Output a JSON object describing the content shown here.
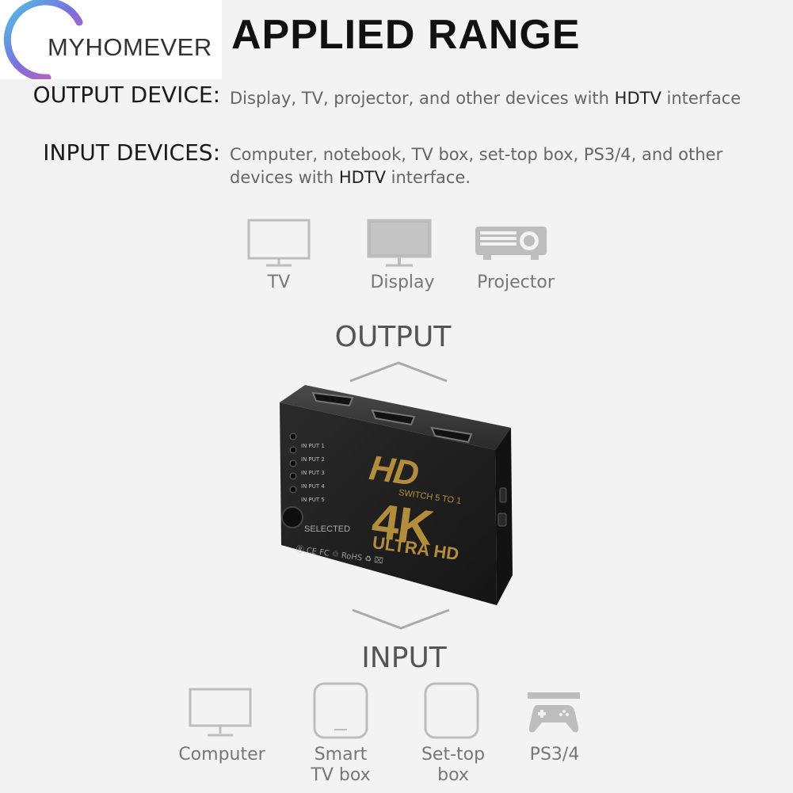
{
  "brand": {
    "logo_text": "MYHOMEVER"
  },
  "heading": "APPLIED RANGE",
  "output_row": {
    "label": "OUTPUT DEVICE:",
    "text_before": "Display, TV, projector, and other devices with ",
    "keyword": "HDTV",
    "text_after": " interface"
  },
  "input_row": {
    "label": "INPUT DEVICES:",
    "line1": "Computer, notebook, TV box, set-top box, PS3/4, and other",
    "line2_before": "devices with ",
    "keyword": "HDTV",
    "line2_after": " interface."
  },
  "output_devices": [
    "TV",
    "Display",
    "Projector"
  ],
  "output_heading": "OUTPUT",
  "input_heading": "INPUT",
  "input_devices": {
    "computer": "Computer",
    "smart_tv_line1": "Smart",
    "smart_tv_line2": "TV box",
    "settop_line1": "Set-top",
    "settop_line2": "box",
    "ps": "PS3/4"
  },
  "switch": {
    "leds": [
      "IN PUT 1",
      "IN PUT 2",
      "IN PUT 3",
      "IN PUT 4",
      "IN PUT 5"
    ],
    "button_label": "SELECTED",
    "hd": "HD",
    "subtitle": "SWITCH 5 TO 1",
    "big": "4K",
    "ultra": "ULTRA HD",
    "marks": "Ⓡ CE FC ♲ RoHS ♻ ⌧"
  },
  "colors": {
    "background": "#f3f3f3",
    "gold": "#b38d3a",
    "device_body": "#1e1e1e",
    "icon_gray": "#bdbdbd"
  }
}
